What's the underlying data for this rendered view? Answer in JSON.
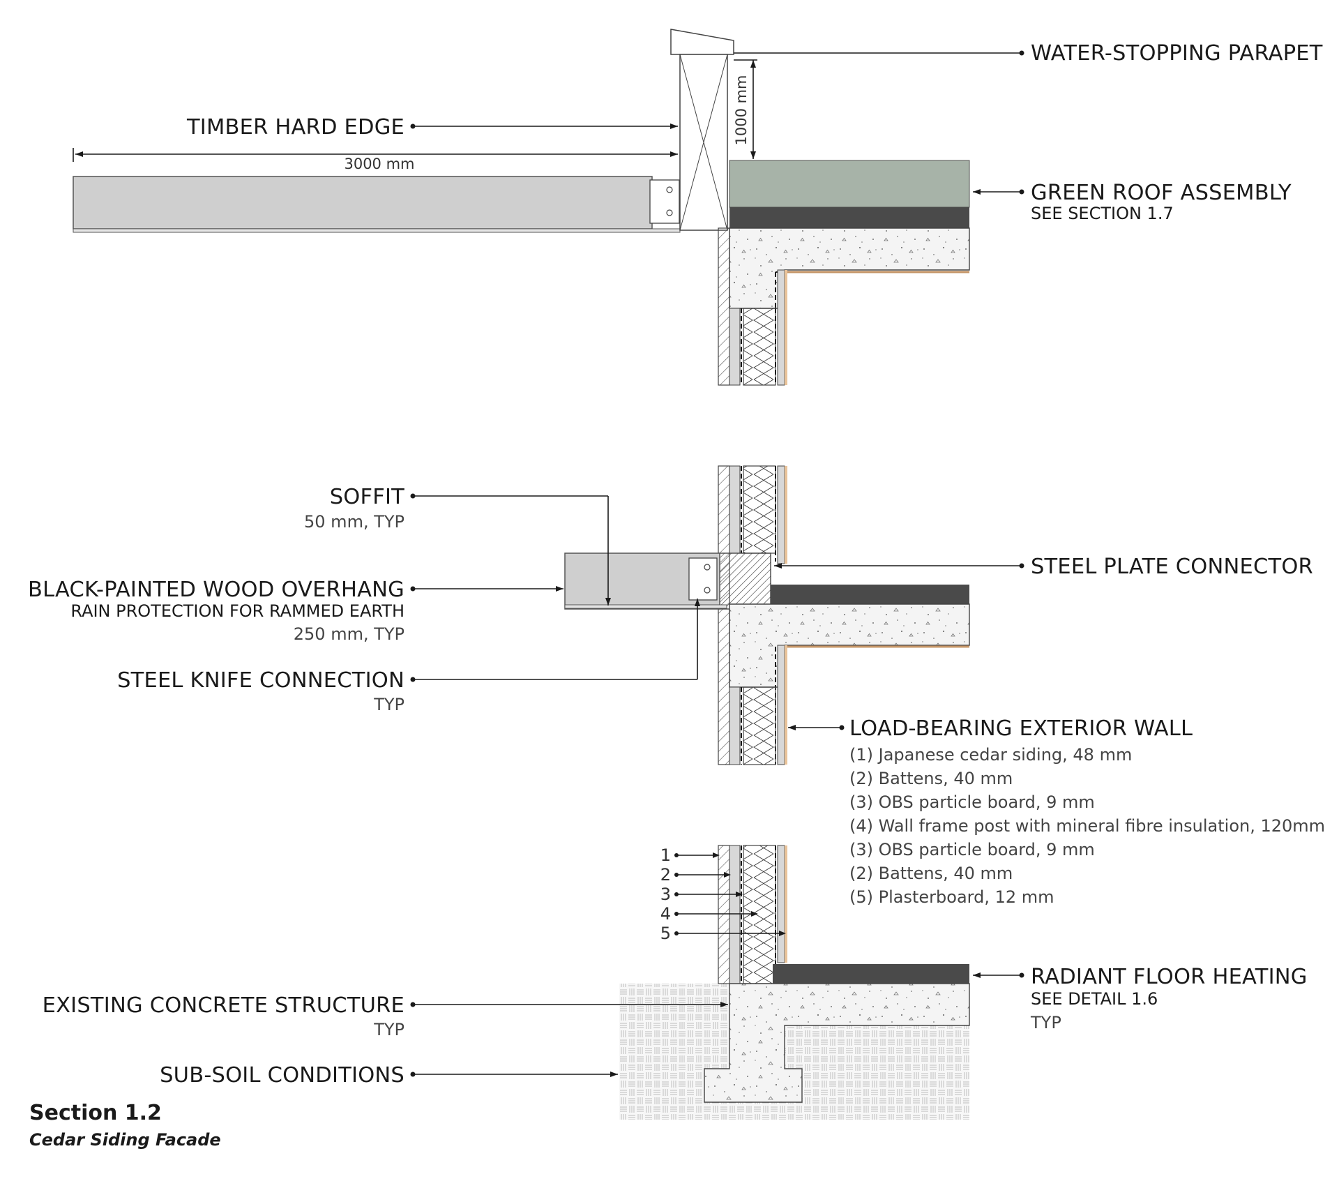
{
  "colors": {
    "green_roof": "#a7b3a8",
    "dark_layer": "#4a4a4a",
    "wood_gray": "#cfcfcf",
    "concrete": "#f4f4f4",
    "plaster": "#e9c39a",
    "line": "#1a1a1a"
  },
  "title": {
    "section": "Section 1.2",
    "subtitle": "Cedar Siding Facade"
  },
  "dimensions": {
    "parapet_height": "1000 mm",
    "hard_edge_length": "3000 mm"
  },
  "labels": {
    "water_stopping_parapet": "WATER-STOPPING PARAPET",
    "timber_hard_edge": "TIMBER HARD EDGE",
    "green_roof": {
      "title": "GREEN ROOF ASSEMBLY",
      "sub": "SEE SECTION 1.7"
    },
    "soffit": {
      "title": "SOFFIT",
      "sub": "50 mm, TYP"
    },
    "overhang": {
      "title": "BLACK-PAINTED WOOD OVERHANG",
      "sub": "RAIN PROTECTION FOR RAMMED EARTH",
      "note": "250 mm, TYP"
    },
    "steel_plate": "STEEL PLATE CONNECTOR",
    "knife": {
      "title": "STEEL KNIFE CONNECTION",
      "sub": "TYP"
    },
    "wall": {
      "title": "LOAD-BEARING EXTERIOR WALL",
      "layers": [
        "(1) Japanese cedar siding, 48 mm",
        "(2) Battens, 40 mm",
        "(3) OBS particle board, 9 mm",
        "(4) Wall frame post with mineral fibre insulation, 120mm",
        "(3) OBS particle board, 9 mm",
        "(2) Battens, 40 mm",
        "(5) Plasterboard, 12 mm"
      ]
    },
    "layer_numbers": [
      "1",
      "2",
      "3",
      "4",
      "5"
    ],
    "radiant": {
      "title": "RADIANT FLOOR HEATING",
      "sub": "SEE DETAIL 1.6",
      "note": "TYP"
    },
    "existing_concrete": {
      "title": "EXISTING CONCRETE STRUCTURE",
      "sub": "TYP"
    },
    "subsoil": "SUB-SOIL CONDITIONS"
  }
}
